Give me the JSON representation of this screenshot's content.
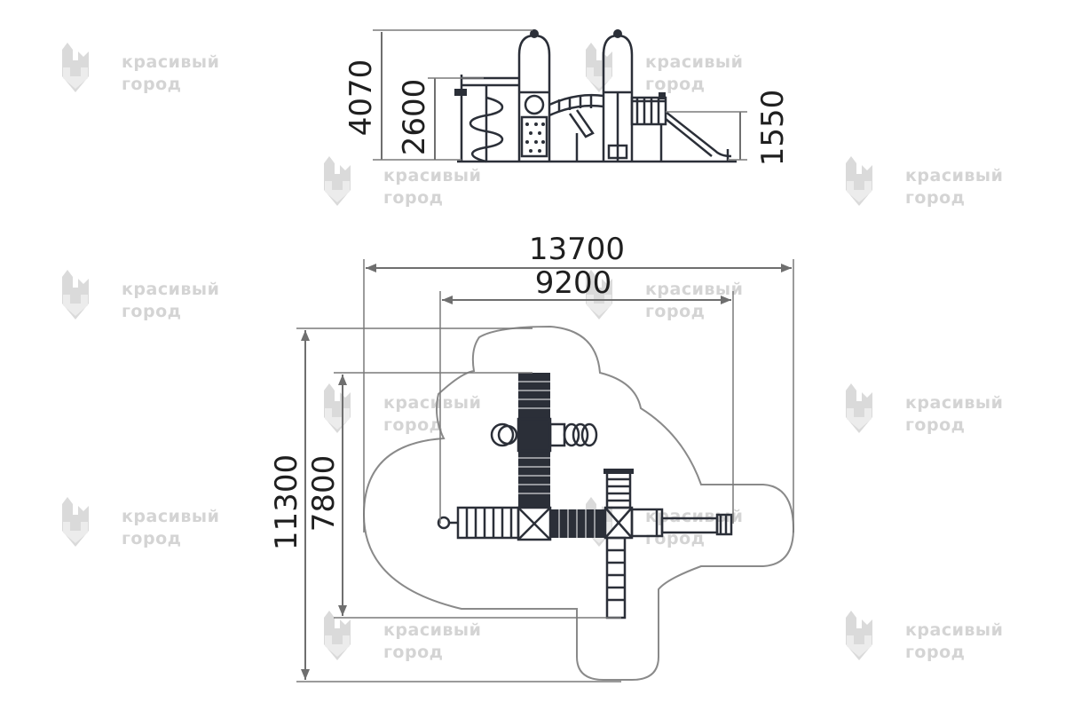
{
  "watermark": {
    "line1": "красивый",
    "line2": "город"
  },
  "side_view": {
    "dimensions": {
      "total_height": "4070",
      "platform_height": "2600",
      "slide_platform_height": "1550"
    }
  },
  "plan_view": {
    "dimensions": {
      "zone_width": "13700",
      "equipment_width": "9200",
      "zone_depth": "11300",
      "equipment_depth": "7800"
    }
  },
  "colors": {
    "equipment": "#2b2f38",
    "dimension_lines": "#6f6f6f",
    "safety_zone": "#8a8a8a",
    "watermark": "#d4d4d4"
  }
}
